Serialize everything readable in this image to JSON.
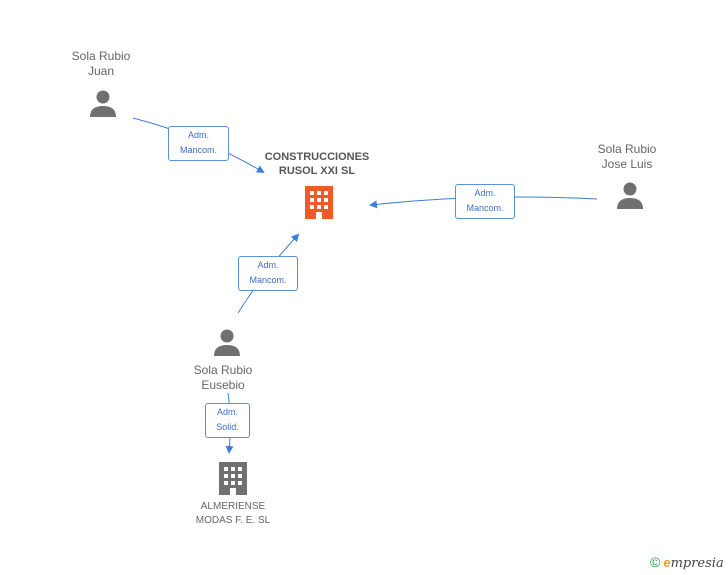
{
  "nodes": {
    "juan": {
      "line1": "Sola Rubio",
      "line2": "Juan"
    },
    "jose_luis": {
      "line1": "Sola Rubio",
      "line2": "Jose Luis"
    },
    "eusebio": {
      "line1": "Sola Rubio",
      "line2": "Eusebio"
    },
    "construcciones": {
      "line1": "CONSTRUCCIONES",
      "line2": "RUSOL XXI SL"
    },
    "almeriense": {
      "line1": "ALMERIENSE",
      "line2": "MODAS F. E.  SL"
    }
  },
  "relations": {
    "juan_rel": {
      "line1": "Adm.",
      "line2": "Mancom."
    },
    "jose_rel": {
      "line1": "Adm.",
      "line2": "Mancom."
    },
    "eusebio_rel": {
      "line1": "Adm.",
      "line2": "Mancom."
    },
    "eusebio_alm_rel": {
      "line1": "Adm.",
      "line2": "Solid."
    }
  },
  "colors": {
    "arrow": "#3d7fd6",
    "person": "#707070",
    "main_company": "#f05a28",
    "company": "#707070"
  },
  "logo": {
    "copyright": "©",
    "brand_initial": "e",
    "brand_rest": "mpresia"
  }
}
